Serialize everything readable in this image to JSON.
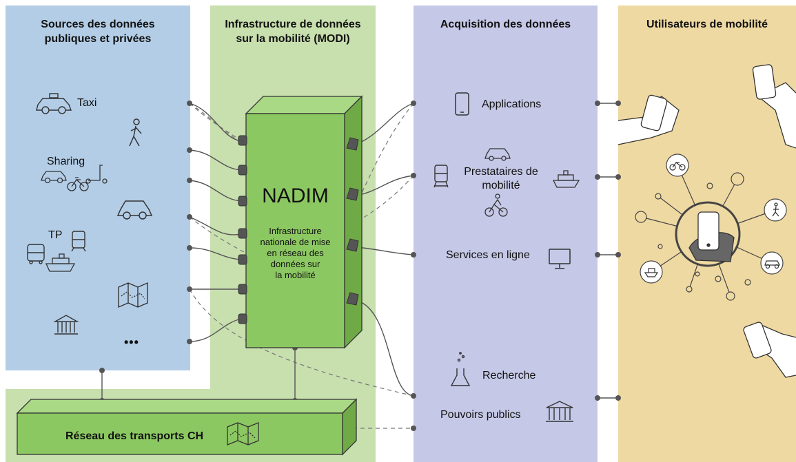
{
  "columns": {
    "sources": {
      "title_line1": "Sources des données",
      "title_line2": "publiques et privées"
    },
    "modi": {
      "title_line1": "Infrastructure de données",
      "title_line2": "sur la mobilité (MODI)"
    },
    "acquisition": {
      "title": "Acquisition des données"
    },
    "users": {
      "title": "Utilisateurs de mobilité"
    }
  },
  "sources": {
    "taxi": "Taxi",
    "sharing": "Sharing",
    "tp": "TP",
    "more": "•••"
  },
  "nadim": {
    "title": "NADIM",
    "subtitle_lines": [
      "Infrastructure",
      "nationale de mise",
      "en réseau des",
      "données sur",
      "la mobilité"
    ]
  },
  "network": {
    "label": "Réseau des transports CH"
  },
  "acquisition": {
    "applications": "Applications",
    "providers_line1": "Prestataires de",
    "providers_line2": "mobilité",
    "online": "Services en ligne",
    "research": "Recherche",
    "authorities": "Pouvoirs publics"
  },
  "colors": {
    "sources_bg": "#b3cde6",
    "modi_bg": "#c8dfae",
    "acquisition_bg": "#c5c8e6",
    "users_bg": "#efd9a2",
    "nadim_fill": "#8cc862",
    "connector": "#555555"
  },
  "icons": [
    "car-icon",
    "pedestrian-icon",
    "scooter-icon",
    "bicycle-icon",
    "bus-icon",
    "train-icon",
    "ship-icon",
    "map-icon",
    "government-building-icon",
    "smartphone-icon",
    "cyclist-icon",
    "monitor-icon",
    "flask-icon",
    "hand-holding-phone-icon"
  ]
}
